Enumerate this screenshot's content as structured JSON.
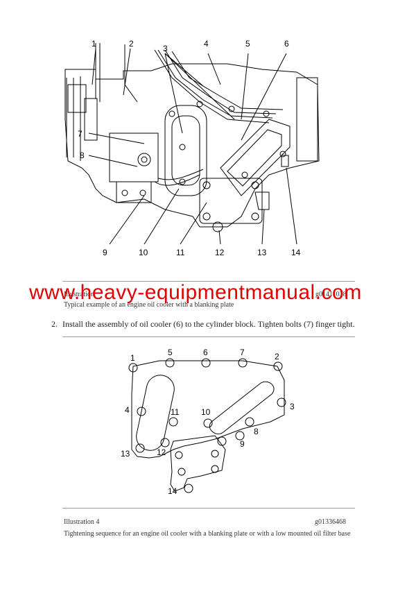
{
  "illustration_top": {
    "callouts": [
      "1",
      "2",
      "3",
      "4",
      "5",
      "6",
      "7",
      "8",
      "9",
      "10",
      "11",
      "12",
      "13",
      "14"
    ],
    "label_left": "Illustration",
    "label_right": "g01411038",
    "caption": "Typical example of an engine oil cooler with a blanking plate"
  },
  "watermark": "www.heavy-equipmentmanual.com",
  "step": {
    "number": "2.",
    "text": "Install the assembly of oil cooler (6) to the cylinder block. Tighten bolts (7) finger tight."
  },
  "illustration_bottom": {
    "callouts": [
      "1",
      "2",
      "3",
      "4",
      "5",
      "6",
      "7",
      "8",
      "9",
      "10",
      "11",
      "12",
      "13",
      "14"
    ],
    "label_left": "Illustration 4",
    "label_right": "g01336468",
    "caption": "Tightening sequence for an engine oil cooler with a blanking plate or with a low mounted oil filter base"
  }
}
